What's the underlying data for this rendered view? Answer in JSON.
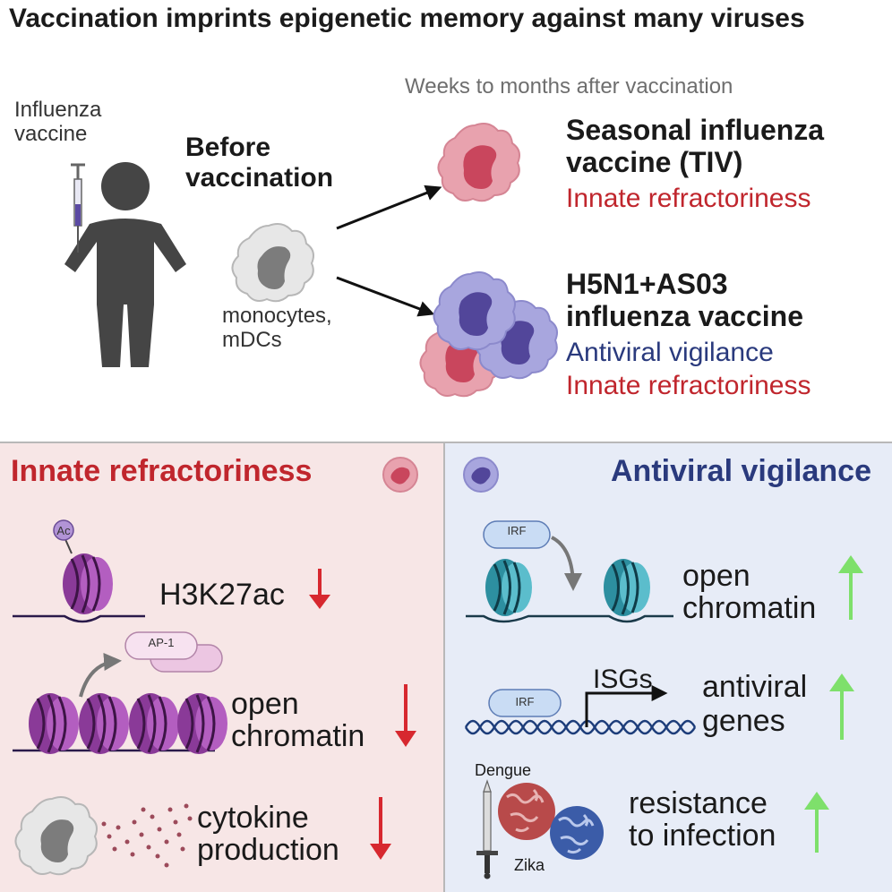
{
  "title": "Vaccination imprints epigenetic memory against many viruses",
  "subtitle": "Weeks to months after vaccination",
  "person": {
    "vaccine_label_1": "Influenza",
    "vaccine_label_2": "vaccine"
  },
  "before": {
    "label_1": "Before",
    "label_2": "vaccination",
    "cells_1": "monocytes,",
    "cells_2": "mDCs"
  },
  "outcomes": {
    "tiv": {
      "title_1": "Seasonal influenza",
      "title_2": "vaccine (TIV)",
      "effect": "Innate refractoriness"
    },
    "h5n1": {
      "title_1": "H5N1+AS03",
      "title_2": "influenza vaccine",
      "effect_1": "Antiviral vigilance",
      "effect_2": "Innate refractoriness"
    }
  },
  "left_panel": {
    "heading": "Innate refractoriness",
    "ac_tag": "Ac",
    "ap1_tag": "AP-1",
    "row1": "H3K27ac",
    "row2_1": "open",
    "row2_2": "chromatin",
    "row3_1": "cytokine",
    "row3_2": "production",
    "arrow_direction": "down"
  },
  "right_panel": {
    "heading": "Antiviral vigilance",
    "irf_tag": "IRF",
    "row1_1": "open",
    "row1_2": "chromatin",
    "isgs": "ISGs",
    "row2_1": "antiviral",
    "row2_2": "genes",
    "dengue": "Dengue",
    "zika": "Zika",
    "row3_1": "resistance",
    "row3_2": "to infection",
    "arrow_direction": "up"
  },
  "colors": {
    "refractory_red": "#c0262d",
    "vigilance_blue": "#2a3a7d",
    "nucleosome_purple": "#8a3a98",
    "nucleosome_teal": "#3c9fb0",
    "up_arrow_green": "#7ee06b",
    "down_arrow_red": "#d7282f"
  }
}
